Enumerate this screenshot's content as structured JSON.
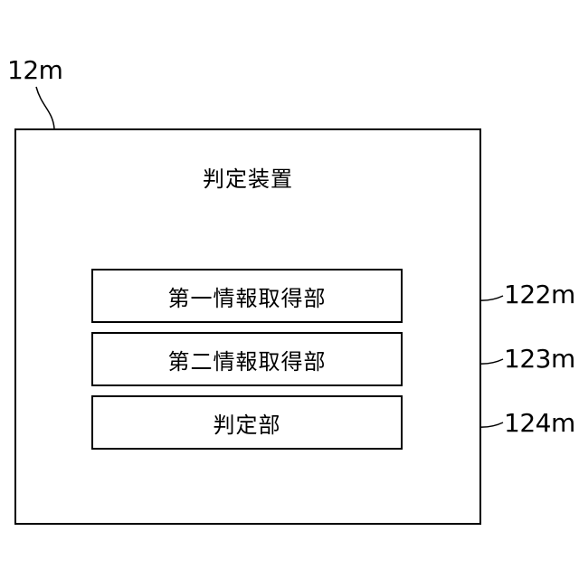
{
  "device": {
    "ref": "12m",
    "title": "判定装置"
  },
  "units": [
    {
      "label": "第一情報取得部",
      "ref": "122m"
    },
    {
      "label": "第二情報取得部",
      "ref": "123m"
    },
    {
      "label": "判定部",
      "ref": "124m"
    }
  ],
  "colors": {
    "line": "#000000",
    "background": "#ffffff"
  }
}
